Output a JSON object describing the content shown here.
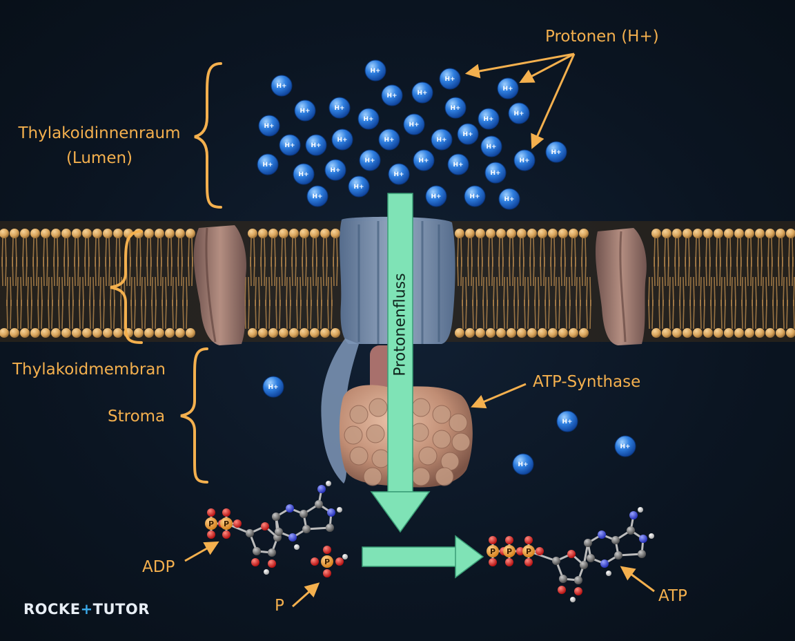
{
  "labels": {
    "protons": "Protonen (H+)",
    "lumen_line1": "Thylakoidinnenraum",
    "lumen_line2": "(Lumen)",
    "membrane": "Thylakoidmembran",
    "stroma": "Stroma",
    "atp_synthase": "ATP-Synthase",
    "proton_flow": "Protonenfluss",
    "adp": "ADP",
    "phosphate": "P",
    "atp": "ATP"
  },
  "ion_label": "H+",
  "atom_label_phosphorus": "P",
  "logo": {
    "part1": "ROCKE",
    "plus": "+",
    "part2": "TUTOR"
  },
  "colors": {
    "background": "#0b1522",
    "label": "#f4b04e",
    "arrow_flow": "#7fe3b6",
    "proton": "#2f7fe0",
    "lipid_head": "#d9a55c",
    "protein_blue": "#7f98b8",
    "protein_pink": "#b99082"
  }
}
